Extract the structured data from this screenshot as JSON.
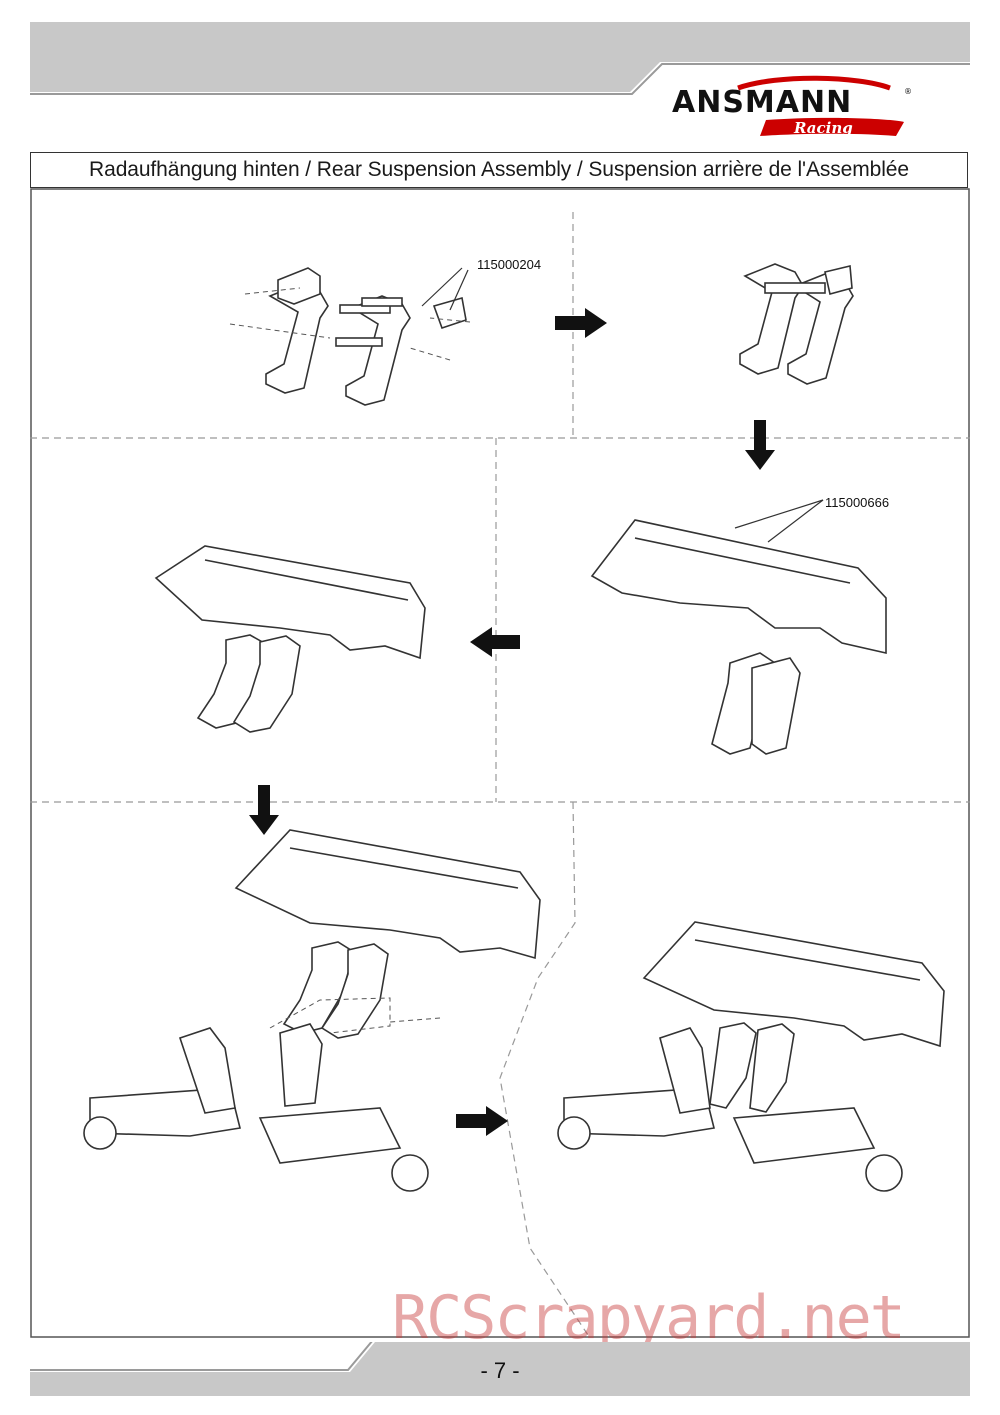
{
  "header": {
    "brand": "ANSMANN",
    "sub_brand": "RACING"
  },
  "title": "Radaufhängung hinten / Rear Suspension Assembly / Suspension arrière de l'Assemblée",
  "part_numbers": {
    "step1": "115000204",
    "step3": "115000666"
  },
  "watermark": "RCScrapyard.net",
  "page_number": "- 7 -"
}
